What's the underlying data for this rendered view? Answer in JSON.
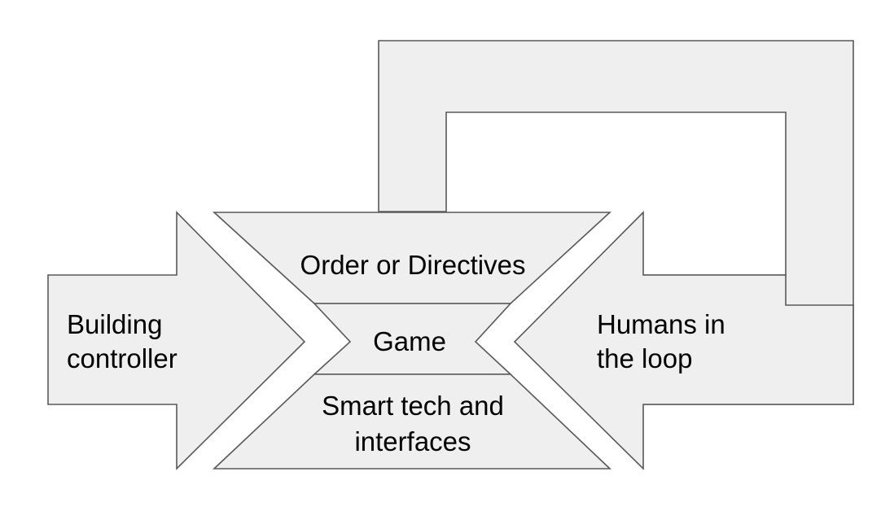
{
  "diagram": {
    "left_arrow": {
      "line1": "Building",
      "line2": "controller"
    },
    "right_arrow": {
      "line1": "Humans in",
      "line2": "the loop"
    },
    "top_block": {
      "label": "Order or Directives"
    },
    "center_block": {
      "label": "Game"
    },
    "bottom_block": {
      "line1": "Smart tech and",
      "line2": "interfaces"
    }
  },
  "colors": {
    "shape_fill": "#efefef",
    "shape_stroke": "#595959",
    "text": "#000000"
  }
}
